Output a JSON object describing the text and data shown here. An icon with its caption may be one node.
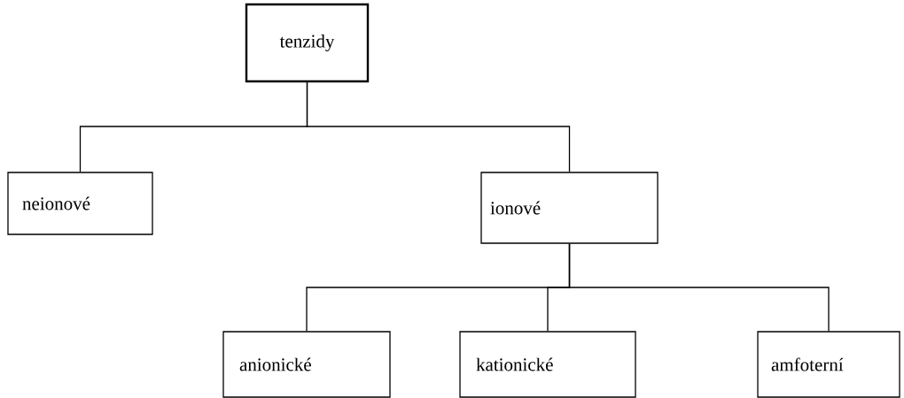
{
  "diagram": {
    "nodes": [
      {
        "text": [
          "tenzidy"
        ]
      },
      {
        "text": [
          "neionové"
        ]
      },
      {
        "text": [
          "ionové"
        ]
      },
      {
        "text": [
          "anionické"
        ]
      },
      {
        "text": [
          "kationické"
        ]
      },
      {
        "text": [
          "amfoterní"
        ]
      }
    ],
    "edges": [
      {
        "from": 0,
        "to": 1,
        "arrow": "none"
      },
      {
        "from": 0,
        "to": 2,
        "arrow": "none"
      },
      {
        "from": 2,
        "to": 3,
        "arrow": "none"
      },
      {
        "from": 2,
        "to": 4,
        "arrow": "none"
      },
      {
        "from": 2,
        "to": 5,
        "arrow": "none"
      }
    ]
  }
}
